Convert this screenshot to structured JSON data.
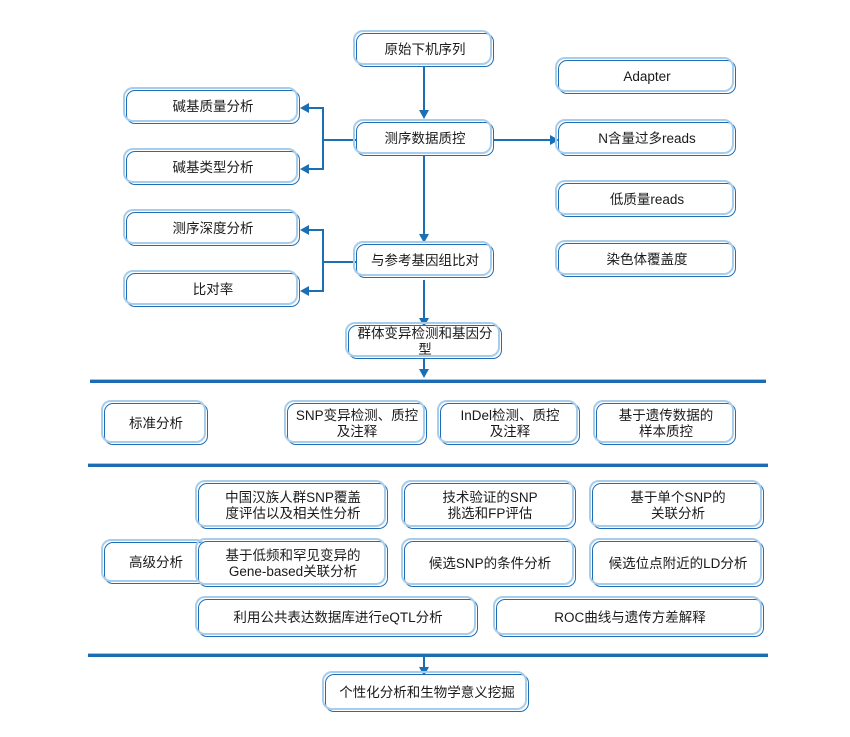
{
  "diagram": {
    "title": "Whole genome sequencing analysis pipeline flowchart",
    "accent_color": "#1c6fb4",
    "node_border_color": "#1f6eb5",
    "node_halo_color": "#a8cdea",
    "divider_color": "#1b6cb2",
    "background_color": "#ffffff"
  },
  "nodes": {
    "raw_reads": "原始下机序列",
    "qc": "测序数据质控",
    "base_quality": "碱基质量分析",
    "base_type": "碱基类型分析",
    "adapter": "Adapter",
    "n_reads": "N含量过多reads",
    "low_quality_reads": "低质量reads",
    "chrom_coverage": "染色体覆盖度",
    "align_ref": "与参考基因组比对",
    "depth": "测序深度分析",
    "align_rate": "比对率",
    "variant_calling": "群体变异检测和基因分型",
    "standard_label": "标准分析",
    "snp_qc": "SNP变异检测、质控\n及注释",
    "indel_qc": "InDel检测、质控\n及注释",
    "sample_qc": "基于遗传数据的\n样本质控",
    "advanced_label": "高级分析",
    "han_snp_coverage": "中国汉族人群SNP覆盖\n度评估以及相关性分析",
    "tech_validated_snp": "技术验证的SNP\n挑选和FP评估",
    "single_snp_assoc": "基于单个SNP的\n关联分析",
    "gene_based_assoc": "基于低频和罕见变异的\nGene-based关联分析",
    "candidate_snp_cond": "候选SNP的条件分析",
    "candidate_ld": "候选位点附近的LD分析",
    "eqtl": "利用公共表达数据库进行eQTL分析",
    "roc_curve": "ROC曲线与遗传方差解释",
    "personalized": "个性化分析和生物学意义挖掘"
  }
}
